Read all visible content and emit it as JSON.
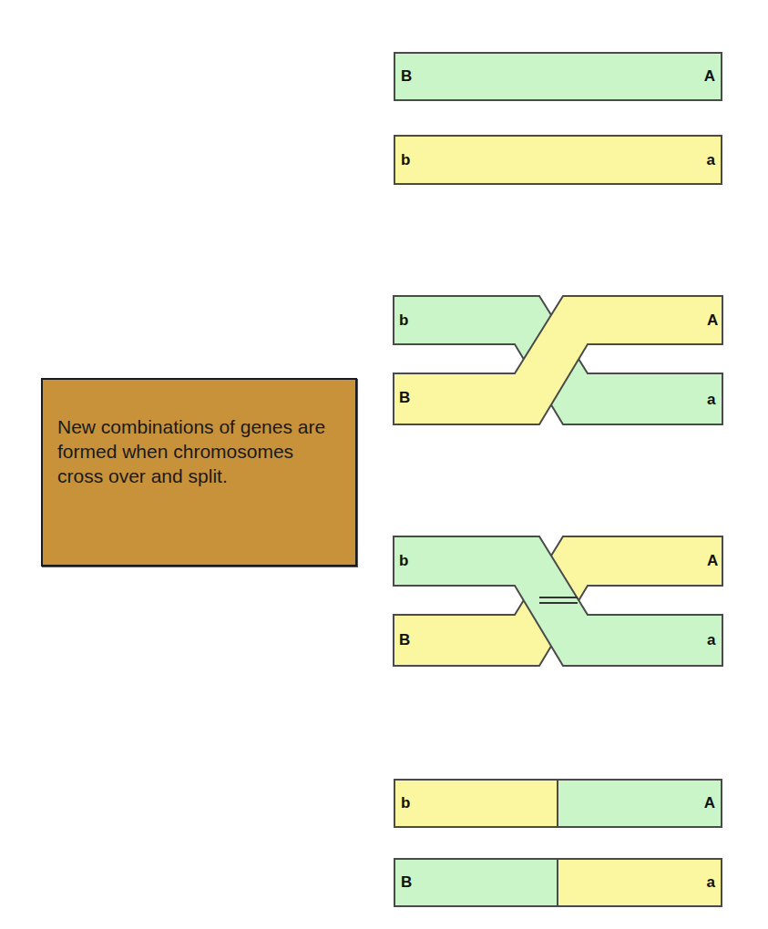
{
  "diagram": {
    "nodes": [
      {
        "text": [
          "B",
          "A"
        ]
      },
      {
        "text": [
          "b",
          "a"
        ]
      },
      {
        "text": [
          "New combinations of genes are formed when chromosomes cross over and split."
        ]
      },
      {
        "text": [
          "b",
          "A"
        ]
      },
      {
        "text": [
          "B",
          "a"
        ]
      }
    ],
    "labels": [
      "b",
      "A",
      "B",
      "a",
      "b",
      "A",
      "B",
      "a"
    ]
  }
}
